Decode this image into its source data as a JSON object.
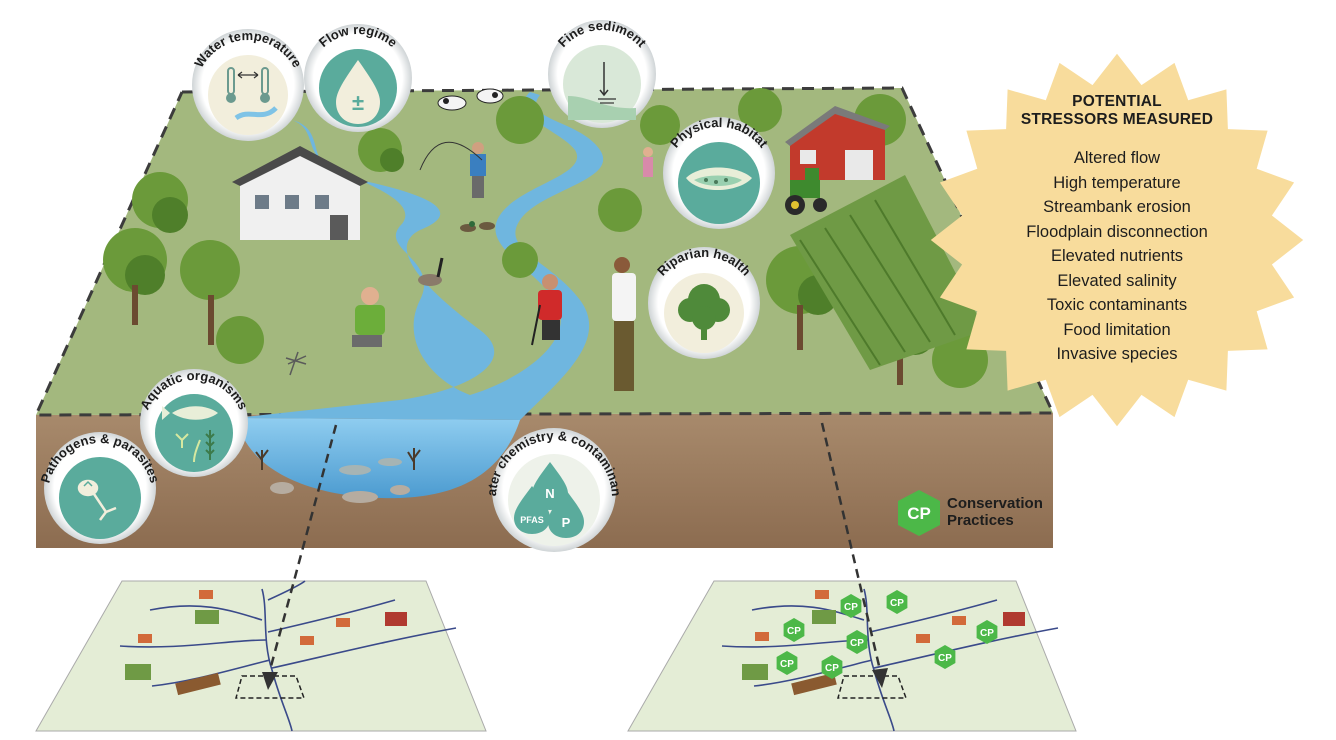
{
  "stressors": {
    "title_line1": "POTENTIAL",
    "title_line2": "STRESSORS MEASURED",
    "items": [
      "Altered flow",
      "High temperature",
      "Streambank erosion",
      "Floodplain disconnection",
      "Elevated nutrients",
      "Elevated salinity",
      "Toxic contaminants",
      "Food limitation",
      "Invasive species"
    ]
  },
  "badges": {
    "water_temperature": "Water temperature",
    "flow_regime": "Flow regime",
    "fine_sediment": "Fine sediment",
    "physical_habitat": "Physical habitat",
    "riparian_health": "Riparian health",
    "aquatic_organisms": "Aquatic organisms",
    "pathogens_parasites": "Pathogens & parasites",
    "water_chemistry": "Water chemistry & contaminants"
  },
  "chem_drops": {
    "n": "N",
    "p": "P",
    "pfas": "PFAS"
  },
  "legend": {
    "cp": "CP",
    "line1": "Conservation",
    "line2": "Practices"
  },
  "colors": {
    "field_green": "#a3b87e",
    "stream_blue": "#6fb6df",
    "soil_brown": "#9a7a5c",
    "badge_teal": "#5aab9c",
    "cp_green": "#4cb848",
    "star_fill": "#f8dc9c"
  }
}
